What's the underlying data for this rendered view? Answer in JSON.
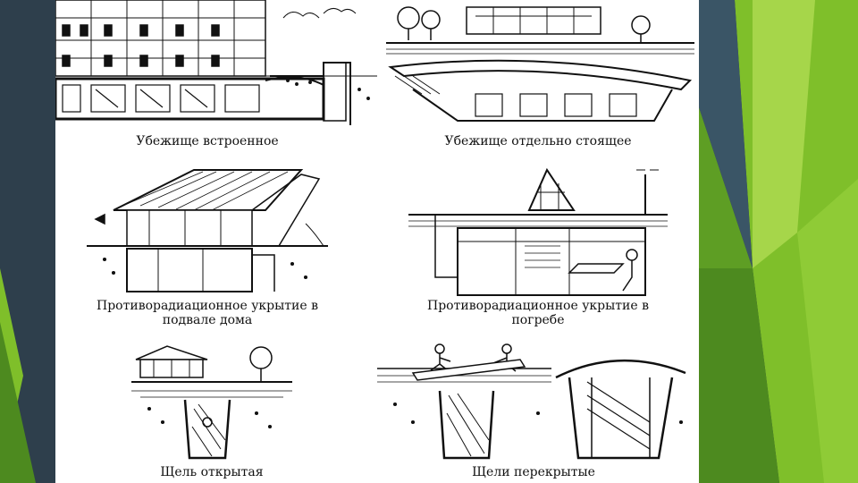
{
  "slide": {
    "captions": {
      "built_in": "Убежище встроенное",
      "standalone": "Убежище отдельно стоящее",
      "basement_line1": "Противорадиационное укрытие в",
      "basement_line2": "подвале дома",
      "cellar_line1": "Противорадиационное укрытие в",
      "cellar_line2": "погребе",
      "open_slit": "Щель открытая",
      "covered_slits": "Щели перекрытые"
    },
    "colors": {
      "background": "#2e3f4c",
      "sheet": "#ffffff",
      "accent_green": "#7fbf2a",
      "accent_light_green": "#a6d64a",
      "accent_dark_green": "#4d8a1f",
      "ink": "#111111"
    }
  }
}
